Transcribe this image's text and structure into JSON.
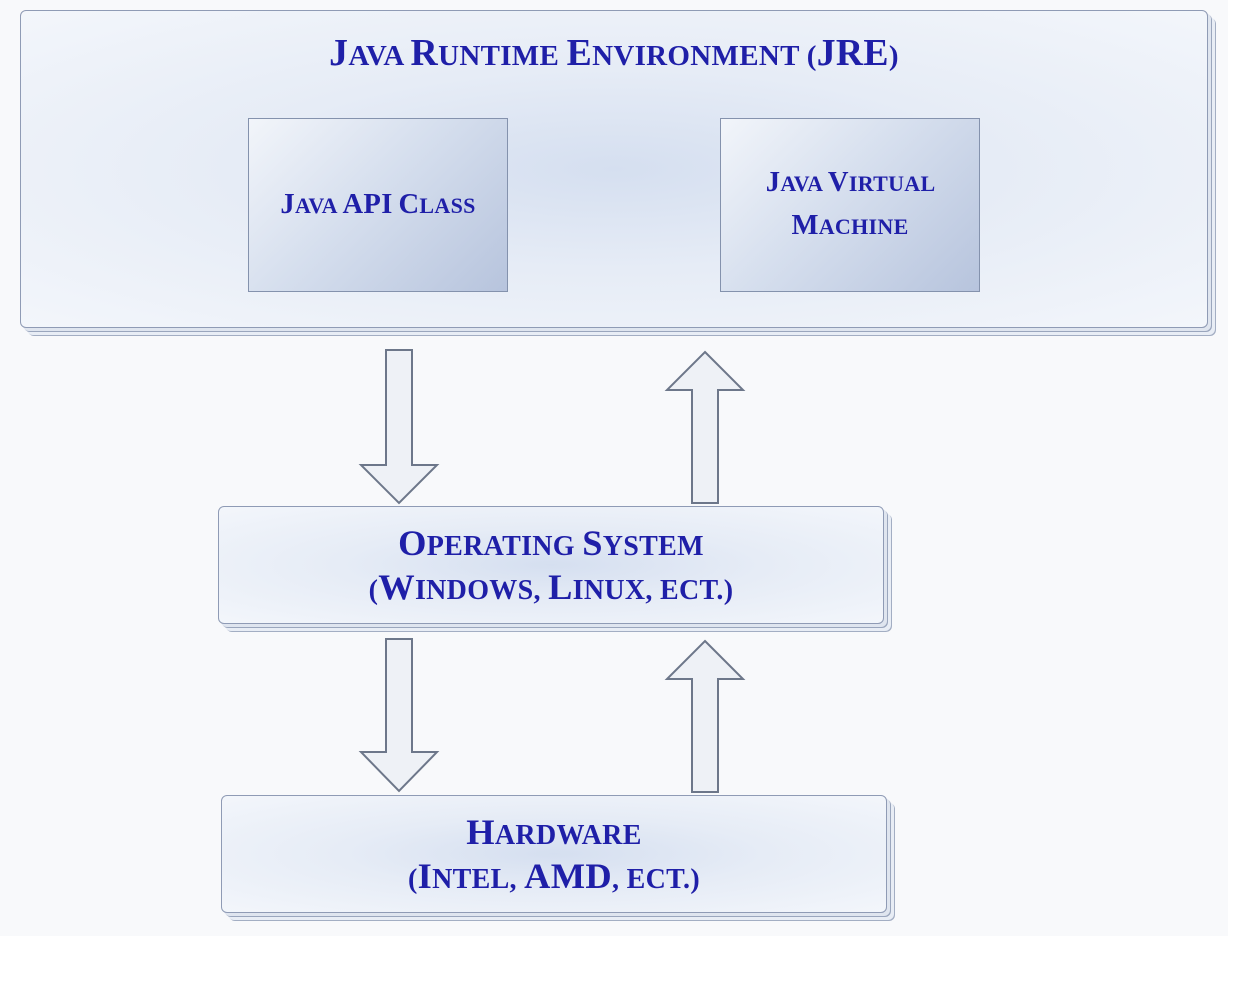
{
  "diagram": {
    "jre": {
      "title": "Java Runtime Environment (JRE)",
      "components": [
        {
          "label": "Java API Class"
        },
        {
          "label": "Java Virtual Machine"
        }
      ]
    },
    "os": {
      "line1": "Operating System",
      "line2": "(Windows, Linux, ect.)"
    },
    "hardware": {
      "line1": "Hardware",
      "line2": "(Intel, AMD, ect.)"
    },
    "colors": {
      "text": "#1f1fa8",
      "box_border": "#8f9bb5",
      "box_fill": "#e6ecf6",
      "arrow_fill": "#eef1f6",
      "arrow_stroke": "#6d778a"
    }
  }
}
